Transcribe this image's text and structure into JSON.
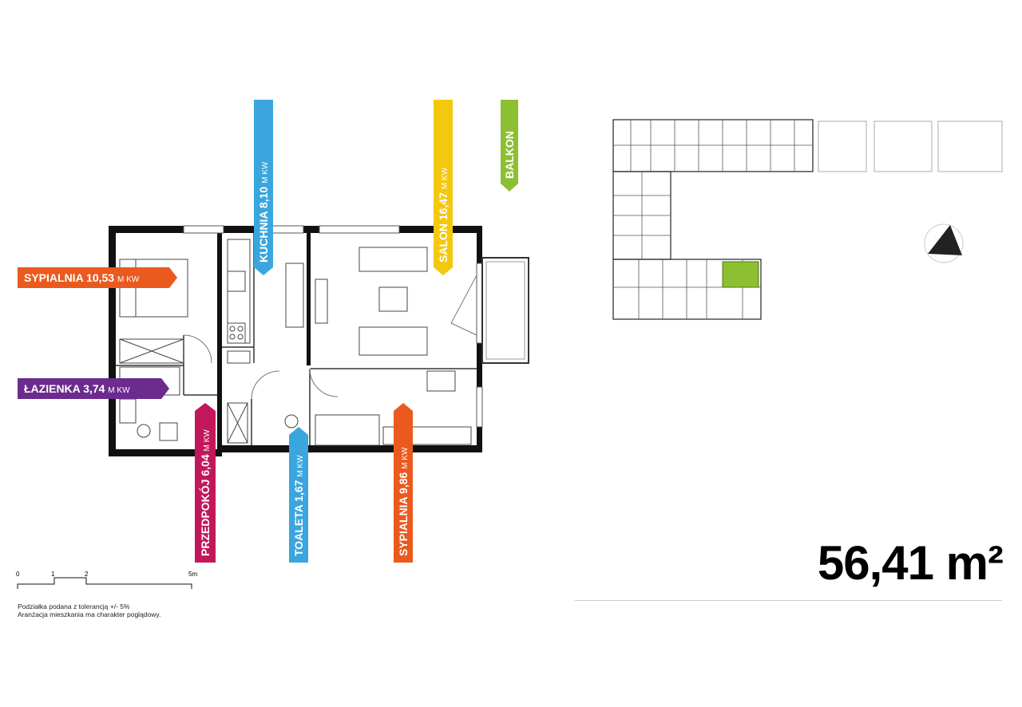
{
  "rooms": [
    {
      "name": "SYPIALNIA",
      "area": "10,53",
      "unit": "M KW",
      "color": "#ea5a1e",
      "orient": "h"
    },
    {
      "name": "ŁAZIENKA",
      "area": "3,74",
      "unit": "M KW",
      "color": "#6b2c8e",
      "orient": "h"
    },
    {
      "name": "KUCHNIA",
      "area": "8,10",
      "unit": "M KW",
      "color": "#3aa6dd",
      "orient": "v"
    },
    {
      "name": "SALON",
      "area": "16,47",
      "unit": "M KW",
      "color": "#f4c80f",
      "orient": "v"
    },
    {
      "name": "BALKON",
      "area": "",
      "unit": "",
      "color": "#8dbf32",
      "orient": "v"
    },
    {
      "name": "PRZEDPOKÓJ",
      "area": "6,04",
      "unit": "M KW",
      "color": "#c2185b",
      "orient": "v"
    },
    {
      "name": "TOALETA",
      "area": "1,67",
      "unit": "M KW",
      "color": "#3aa6dd",
      "orient": "v"
    },
    {
      "name": "SYPIALNIA",
      "area": "9,86",
      "unit": "M KW",
      "color": "#ea5a1e",
      "orient": "v"
    }
  ],
  "total_area": {
    "value": "56,41",
    "unit": "m²"
  },
  "scale": {
    "ticks": [
      "0",
      "1",
      "2",
      "5m"
    ]
  },
  "notes": [
    "Podziałka podana z tolerancją +/- 5%",
    "Aranżacja mieszkania ma charakter poglądowy."
  ],
  "colors": {
    "highlight": "#8dbf32",
    "wall": "#111111"
  }
}
